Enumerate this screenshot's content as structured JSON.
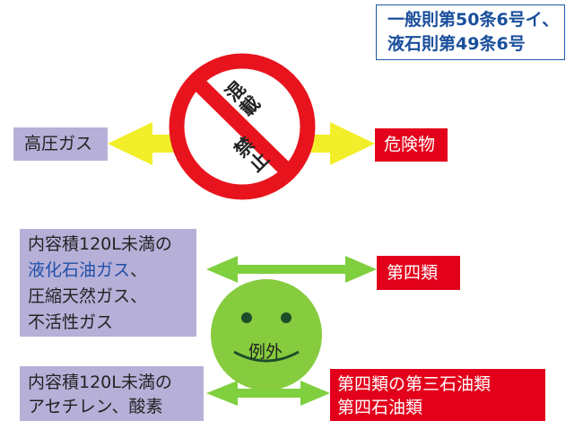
{
  "reference": {
    "line1": "一般則第50条6号イ、",
    "line2": "液石則第49条6号"
  },
  "top": {
    "left_label": "高圧ガス",
    "right_label": "危険物",
    "sign_text_1": "混載",
    "sign_text_2": "禁止"
  },
  "exception1": {
    "line1": "内容積120L未満の",
    "line2": "液化石油ガス",
    "line2_suffix": "、",
    "line3": "圧縮天然ガス、",
    "line4": "不活性ガス",
    "target": "第四類"
  },
  "exception_label": "例外",
  "exception2": {
    "line1": "内容積120L未満の",
    "line2": "アセチレン、酸素",
    "target_line1": "第四類の第三石油類",
    "target_line2": "第四石油類"
  },
  "colors": {
    "gas_box": "#b6b0d8",
    "hazard_box": "#e3001b",
    "arrow_yellow": "#f2ef2a",
    "arrow_green": "#7fcf3f",
    "prohibit_red": "#e8141d",
    "smiley_green": "#86cc3e",
    "reference_blue": "#1e5aa8"
  }
}
